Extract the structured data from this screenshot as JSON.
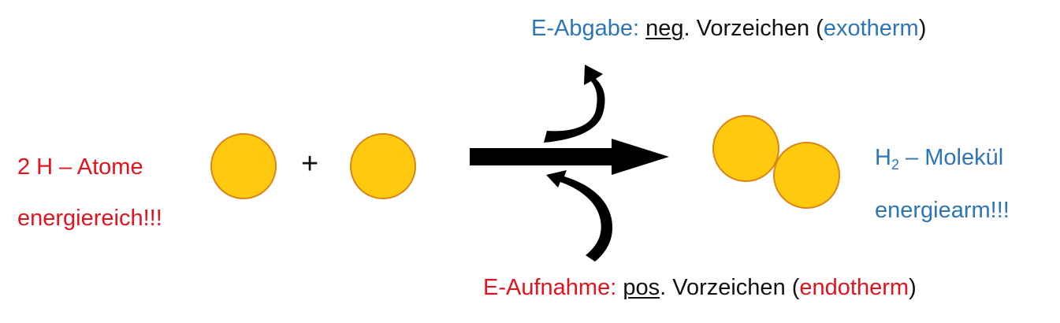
{
  "top_label": {
    "prefix": "E-Abgabe: ",
    "underlined": "neg",
    "middle": ". Vorzeichen (",
    "keyword": "exotherm",
    "suffix": ")"
  },
  "bottom_label": {
    "prefix": "E-Aufnahme: ",
    "underlined": "pos",
    "middle": ". Vorzeichen (",
    "keyword": "endotherm",
    "suffix": ")"
  },
  "reactants": {
    "line1": "2 H – Atome",
    "line2": "energiereich!!!",
    "plus": "+"
  },
  "product": {
    "formula_base": "H",
    "formula_sub": "2",
    "formula_rest": " – Molekül",
    "line2": "energiearm!!!"
  },
  "colors": {
    "blue": "#2e75b6",
    "red": "#e0141e",
    "atom_fill": "#ffc90e",
    "atom_border": "#d8851a"
  }
}
